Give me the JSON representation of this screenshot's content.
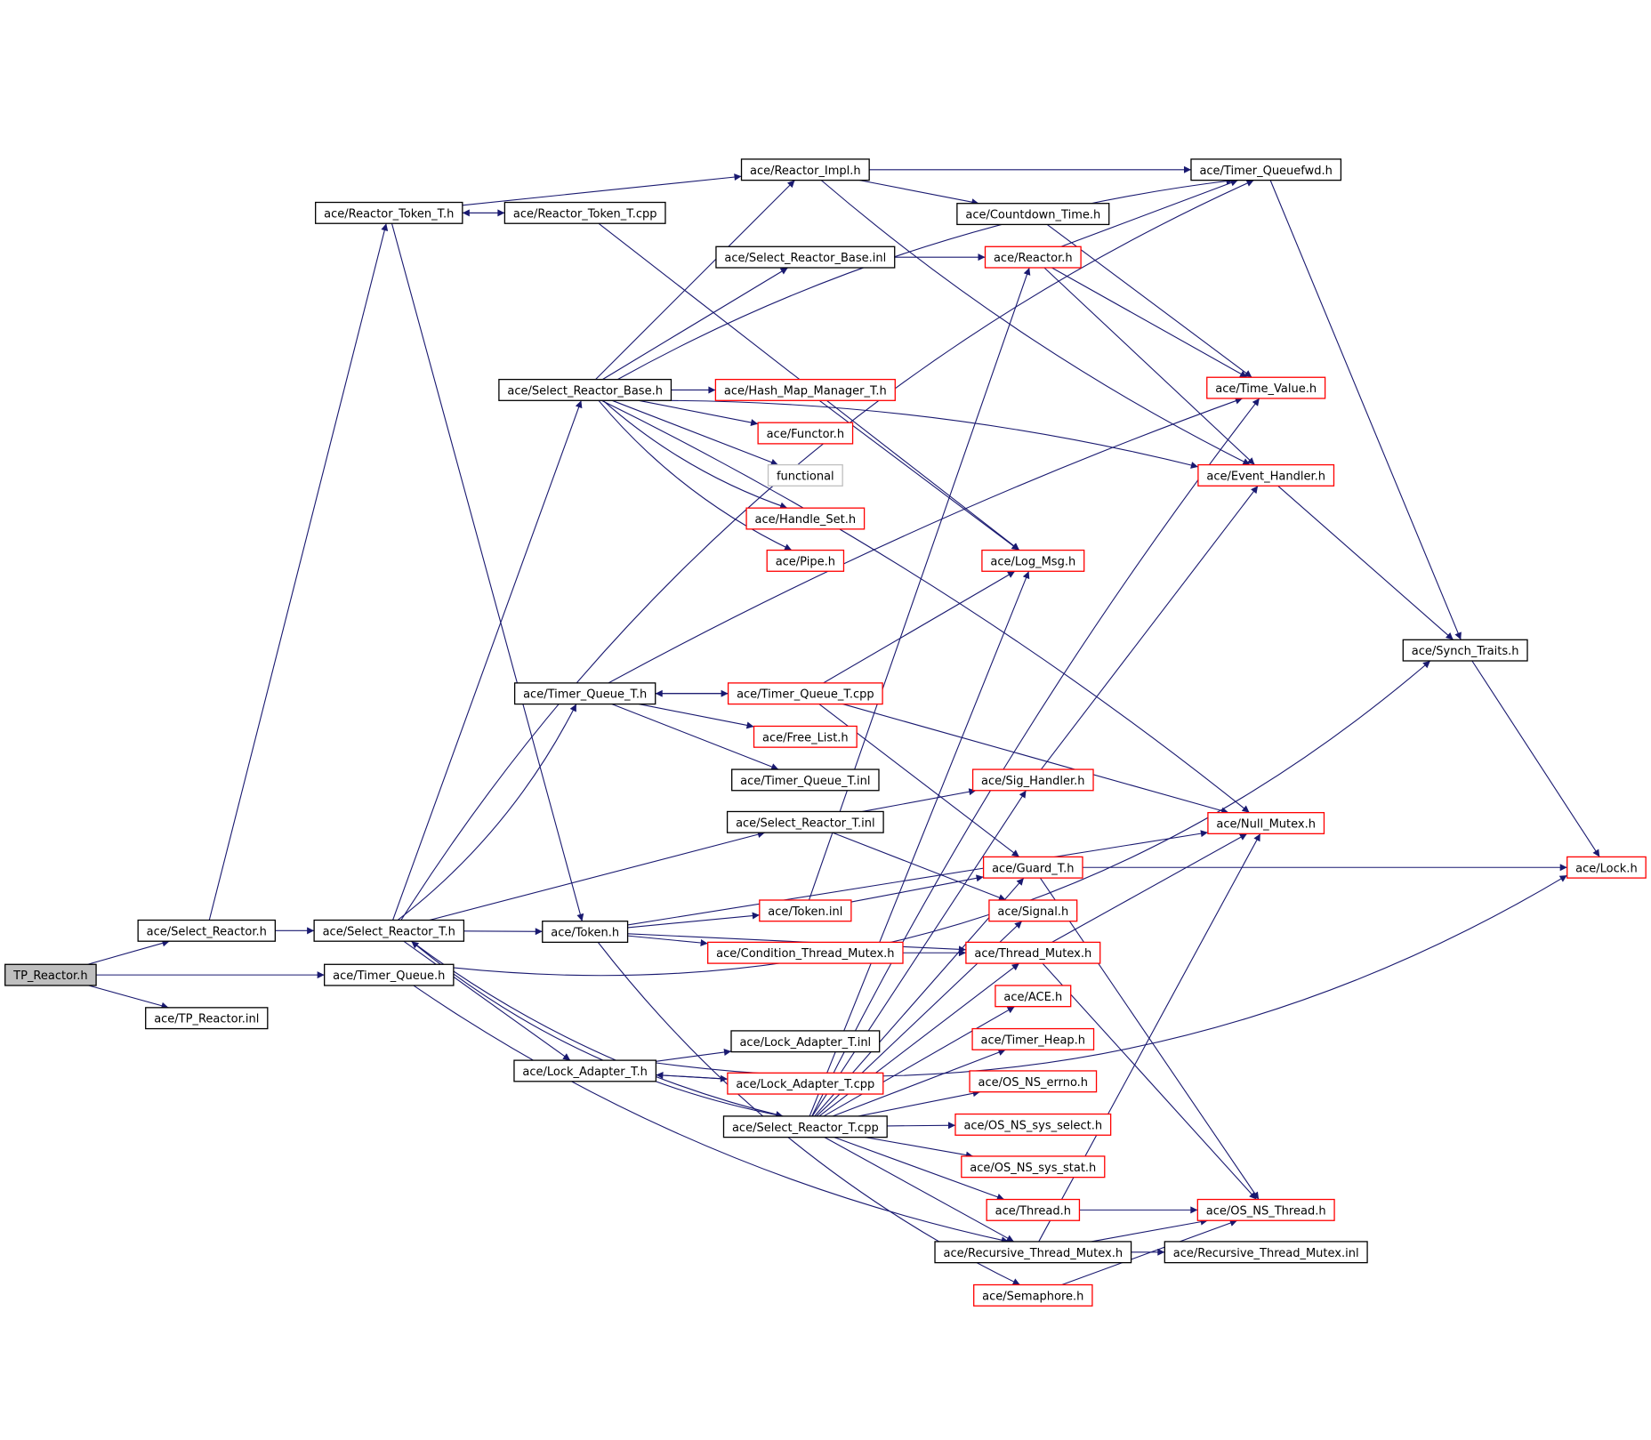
{
  "colors": {
    "edge": "#191970",
    "node_border_default": "#000000",
    "node_border_truncated": "#ff0000",
    "node_border_external": "#bfbfbf",
    "root_fill": "#bfbfbf"
  },
  "nodes": [
    {
      "id": "tp_reactor_h",
      "label": "TP_Reactor.h",
      "kind": "root"
    },
    {
      "id": "select_reactor_h",
      "label": "ace/Select_Reactor.h",
      "kind": "normal"
    },
    {
      "id": "tp_reactor_inl",
      "label": "ace/TP_Reactor.inl",
      "kind": "normal"
    },
    {
      "id": "timer_queue_h",
      "label": "ace/Timer_Queue.h",
      "kind": "normal"
    },
    {
      "id": "reactor_token_t_h",
      "label": "ace/Reactor_Token_T.h",
      "kind": "normal"
    },
    {
      "id": "select_reactor_t_h",
      "label": "ace/Select_Reactor_T.h",
      "kind": "normal"
    },
    {
      "id": "reactor_token_t_cpp",
      "label": "ace/Reactor_Token_T.cpp",
      "kind": "normal"
    },
    {
      "id": "reactor_impl_h",
      "label": "ace/Reactor_Impl.h",
      "kind": "normal"
    },
    {
      "id": "timer_queuefwd_h",
      "label": "ace/Timer_Queuefwd.h",
      "kind": "normal"
    },
    {
      "id": "countdown_time_h",
      "label": "ace/Countdown_Time.h",
      "kind": "normal"
    },
    {
      "id": "select_reactor_base_inl",
      "label": "ace/Select_Reactor_Base.inl",
      "kind": "normal"
    },
    {
      "id": "reactor_h",
      "label": "ace/Reactor.h",
      "kind": "truncated"
    },
    {
      "id": "select_reactor_base_h",
      "label": "ace/Select_Reactor_Base.h",
      "kind": "normal"
    },
    {
      "id": "hash_map_manager_t_h",
      "label": "ace/Hash_Map_Manager_T.h",
      "kind": "truncated"
    },
    {
      "id": "time_value_h",
      "label": "ace/Time_Value.h",
      "kind": "truncated"
    },
    {
      "id": "functor_h",
      "label": "ace/Functor.h",
      "kind": "truncated"
    },
    {
      "id": "functional",
      "label": "functional",
      "kind": "external"
    },
    {
      "id": "event_handler_h",
      "label": "ace/Event_Handler.h",
      "kind": "truncated"
    },
    {
      "id": "handle_set_h",
      "label": "ace/Handle_Set.h",
      "kind": "truncated"
    },
    {
      "id": "pipe_h",
      "label": "ace/Pipe.h",
      "kind": "truncated"
    },
    {
      "id": "log_msg_h",
      "label": "ace/Log_Msg.h",
      "kind": "truncated"
    },
    {
      "id": "synch_traits_h",
      "label": "ace/Synch_Traits.h",
      "kind": "normal"
    },
    {
      "id": "timer_queue_t_h",
      "label": "ace/Timer_Queue_T.h",
      "kind": "normal"
    },
    {
      "id": "timer_queue_t_cpp",
      "label": "ace/Timer_Queue_T.cpp",
      "kind": "truncated"
    },
    {
      "id": "free_list_h",
      "label": "ace/Free_List.h",
      "kind": "truncated"
    },
    {
      "id": "timer_queue_t_inl",
      "label": "ace/Timer_Queue_T.inl",
      "kind": "normal"
    },
    {
      "id": "sig_handler_h",
      "label": "ace/Sig_Handler.h",
      "kind": "truncated"
    },
    {
      "id": "select_reactor_t_inl",
      "label": "ace/Select_Reactor_T.inl",
      "kind": "normal"
    },
    {
      "id": "null_mutex_h",
      "label": "ace/Null_Mutex.h",
      "kind": "truncated"
    },
    {
      "id": "guard_t_h",
      "label": "ace/Guard_T.h",
      "kind": "truncated"
    },
    {
      "id": "lock_h",
      "label": "ace/Lock.h",
      "kind": "truncated"
    },
    {
      "id": "token_h",
      "label": "ace/Token.h",
      "kind": "normal"
    },
    {
      "id": "token_inl",
      "label": "ace/Token.inl",
      "kind": "truncated"
    },
    {
      "id": "signal_h",
      "label": "ace/Signal.h",
      "kind": "truncated"
    },
    {
      "id": "condition_thread_mutex_h",
      "label": "ace/Condition_Thread_Mutex.h",
      "kind": "truncated"
    },
    {
      "id": "thread_mutex_h",
      "label": "ace/Thread_Mutex.h",
      "kind": "truncated"
    },
    {
      "id": "ace_h",
      "label": "ace/ACE.h",
      "kind": "truncated"
    },
    {
      "id": "timer_heap_h",
      "label": "ace/Timer_Heap.h",
      "kind": "truncated"
    },
    {
      "id": "lock_adapter_t_inl",
      "label": "ace/Lock_Adapter_T.inl",
      "kind": "normal"
    },
    {
      "id": "lock_adapter_t_h",
      "label": "ace/Lock_Adapter_T.h",
      "kind": "normal"
    },
    {
      "id": "lock_adapter_t_cpp",
      "label": "ace/Lock_Adapter_T.cpp",
      "kind": "truncated"
    },
    {
      "id": "os_ns_errno_h",
      "label": "ace/OS_NS_errno.h",
      "kind": "truncated"
    },
    {
      "id": "select_reactor_t_cpp",
      "label": "ace/Select_Reactor_T.cpp",
      "kind": "normal"
    },
    {
      "id": "os_ns_sys_select_h",
      "label": "ace/OS_NS_sys_select.h",
      "kind": "truncated"
    },
    {
      "id": "os_ns_sys_stat_h",
      "label": "ace/OS_NS_sys_stat.h",
      "kind": "truncated"
    },
    {
      "id": "thread_h",
      "label": "ace/Thread.h",
      "kind": "truncated"
    },
    {
      "id": "os_ns_thread_h",
      "label": "ace/OS_NS_Thread.h",
      "kind": "truncated"
    },
    {
      "id": "recursive_thread_mutex_h",
      "label": "ace/Recursive_Thread_Mutex.h",
      "kind": "normal"
    },
    {
      "id": "recursive_thread_mutex_inl",
      "label": "ace/Recursive_Thread_Mutex.inl",
      "kind": "normal"
    },
    {
      "id": "semaphore_h",
      "label": "ace/Semaphore.h",
      "kind": "truncated"
    }
  ],
  "edges": [
    [
      "tp_reactor_h",
      "select_reactor_h"
    ],
    [
      "tp_reactor_h",
      "timer_queue_h"
    ],
    [
      "tp_reactor_h",
      "tp_reactor_inl"
    ],
    [
      "select_reactor_h",
      "reactor_token_t_h"
    ],
    [
      "select_reactor_h",
      "select_reactor_t_h"
    ],
    [
      "reactor_token_t_h",
      "reactor_impl_h"
    ],
    [
      "reactor_token_t_h",
      "reactor_token_t_cpp"
    ],
    [
      "reactor_token_t_h",
      "token_h"
    ],
    [
      "reactor_token_t_cpp",
      "reactor_token_t_h"
    ],
    [
      "reactor_token_t_cpp",
      "log_msg_h"
    ],
    [
      "reactor_impl_h",
      "timer_queuefwd_h"
    ],
    [
      "reactor_impl_h",
      "countdown_time_h"
    ],
    [
      "reactor_impl_h",
      "event_handler_h"
    ],
    [
      "countdown_time_h",
      "time_value_h"
    ],
    [
      "select_reactor_base_inl",
      "reactor_h"
    ],
    [
      "reactor_h",
      "timer_queuefwd_h"
    ],
    [
      "reactor_h",
      "time_value_h"
    ],
    [
      "reactor_h",
      "event_handler_h"
    ],
    [
      "select_reactor_base_h",
      "reactor_impl_h"
    ],
    [
      "select_reactor_base_h",
      "select_reactor_base_inl"
    ],
    [
      "select_reactor_base_h",
      "hash_map_manager_t_h"
    ],
    [
      "select_reactor_base_h",
      "functor_h"
    ],
    [
      "select_reactor_base_h",
      "functional"
    ],
    [
      "select_reactor_base_h",
      "handle_set_h"
    ],
    [
      "select_reactor_base_h",
      "pipe_h"
    ],
    [
      "select_reactor_base_h",
      "event_handler_h"
    ],
    [
      "select_reactor_base_h",
      "null_mutex_h"
    ],
    [
      "select_reactor_base_h",
      "timer_queuefwd_h"
    ],
    [
      "hash_map_manager_t_h",
      "log_msg_h"
    ],
    [
      "timer_queuefwd_h",
      "synch_traits_h"
    ],
    [
      "event_handler_h",
      "synch_traits_h"
    ],
    [
      "synch_traits_h",
      "lock_h"
    ],
    [
      "select_reactor_t_h",
      "select_reactor_base_h"
    ],
    [
      "select_reactor_t_h",
      "token_h"
    ],
    [
      "select_reactor_t_h",
      "lock_adapter_t_h"
    ],
    [
      "select_reactor_t_h",
      "select_reactor_t_inl"
    ],
    [
      "select_reactor_t_h",
      "select_reactor_t_cpp"
    ],
    [
      "select_reactor_t_h",
      "timer_queue_t_h"
    ],
    [
      "select_reactor_t_h",
      "timer_queuefwd_h"
    ],
    [
      "timer_queue_h",
      "synch_traits_h"
    ],
    [
      "timer_queue_h",
      "recursive_thread_mutex_h"
    ],
    [
      "timer_queue_t_h",
      "time_value_h"
    ],
    [
      "timer_queue_t_h",
      "timer_queue_t_cpp"
    ],
    [
      "timer_queue_t_h",
      "free_list_h"
    ],
    [
      "timer_queue_t_h",
      "timer_queue_t_inl"
    ],
    [
      "timer_queue_t_cpp",
      "timer_queue_t_h"
    ],
    [
      "timer_queue_t_cpp",
      "log_msg_h"
    ],
    [
      "timer_queue_t_cpp",
      "null_mutex_h"
    ],
    [
      "timer_queue_t_cpp",
      "guard_t_h"
    ],
    [
      "select_reactor_t_inl",
      "sig_handler_h"
    ],
    [
      "select_reactor_t_inl",
      "signal_h"
    ],
    [
      "sig_handler_h",
      "event_handler_h"
    ],
    [
      "token_h",
      "null_mutex_h"
    ],
    [
      "token_h",
      "token_inl"
    ],
    [
      "token_h",
      "condition_thread_mutex_h"
    ],
    [
      "token_h",
      "thread_mutex_h"
    ],
    [
      "token_h",
      "semaphore_h"
    ],
    [
      "token_inl",
      "guard_t_h"
    ],
    [
      "token_inl",
      "reactor_h"
    ],
    [
      "condition_thread_mutex_h",
      "thread_mutex_h"
    ],
    [
      "thread_mutex_h",
      "null_mutex_h"
    ],
    [
      "thread_mutex_h",
      "os_ns_thread_h"
    ],
    [
      "guard_t_h",
      "lock_h"
    ],
    [
      "guard_t_h",
      "os_ns_thread_h"
    ],
    [
      "lock_adapter_t_h",
      "lock_adapter_t_inl"
    ],
    [
      "lock_adapter_t_h",
      "lock_adapter_t_cpp"
    ],
    [
      "lock_adapter_t_h",
      "lock_h"
    ],
    [
      "lock_adapter_t_cpp",
      "lock_adapter_t_h"
    ],
    [
      "select_reactor_t_cpp",
      "select_reactor_t_h"
    ],
    [
      "select_reactor_t_cpp",
      "log_msg_h"
    ],
    [
      "select_reactor_t_cpp",
      "sig_handler_h"
    ],
    [
      "select_reactor_t_cpp",
      "guard_t_h"
    ],
    [
      "select_reactor_t_cpp",
      "signal_h"
    ],
    [
      "select_reactor_t_cpp",
      "thread_mutex_h"
    ],
    [
      "select_reactor_t_cpp",
      "ace_h"
    ],
    [
      "select_reactor_t_cpp",
      "timer_heap_h"
    ],
    [
      "select_reactor_t_cpp",
      "os_ns_errno_h"
    ],
    [
      "select_reactor_t_cpp",
      "os_ns_sys_select_h"
    ],
    [
      "select_reactor_t_cpp",
      "os_ns_sys_stat_h"
    ],
    [
      "select_reactor_t_cpp",
      "thread_h"
    ],
    [
      "select_reactor_t_cpp",
      "recursive_thread_mutex_h"
    ],
    [
      "select_reactor_t_cpp",
      "time_value_h"
    ],
    [
      "thread_h",
      "os_ns_thread_h"
    ],
    [
      "recursive_thread_mutex_h",
      "recursive_thread_mutex_inl"
    ],
    [
      "recursive_thread_mutex_h",
      "os_ns_thread_h"
    ],
    [
      "recursive_thread_mutex_h",
      "null_mutex_h"
    ],
    [
      "semaphore_h",
      "os_ns_thread_h"
    ]
  ]
}
